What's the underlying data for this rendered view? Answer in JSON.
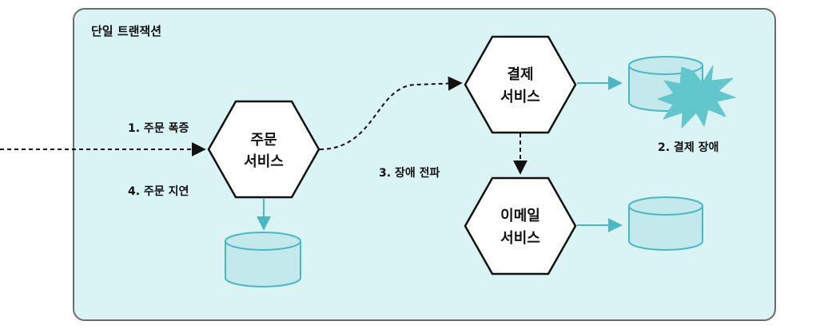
{
  "boundary": {
    "title": "단일 트랜잭션"
  },
  "services": {
    "order": {
      "line1": "주문",
      "line2": "서비스"
    },
    "payment": {
      "line1": "결제",
      "line2": "서비스"
    },
    "email": {
      "line1": "이메일",
      "line2": "서비스"
    }
  },
  "annotations": {
    "order_surge": "1. 주문 폭증",
    "order_delay": "4. 주문 지연",
    "fault_propagation": "3. 장애 전파",
    "payment_failure": "2. 결제 장애"
  },
  "colors": {
    "boundary_fill": "#daf3f5",
    "boundary_stroke": "#6b6b6b",
    "hexagon_fill": "#ffffff",
    "hexagon_stroke": "#111111",
    "database_fill": "#c4e9ed",
    "database_stroke": "#4bb8c1",
    "connector": "#4bb8c1",
    "dashed_arrow": "#111111",
    "burst_fill": "#62c6cd"
  },
  "icons": {
    "service": "hexagon-icon",
    "datastore": "database-icon",
    "failure": "explosion-burst-icon"
  }
}
